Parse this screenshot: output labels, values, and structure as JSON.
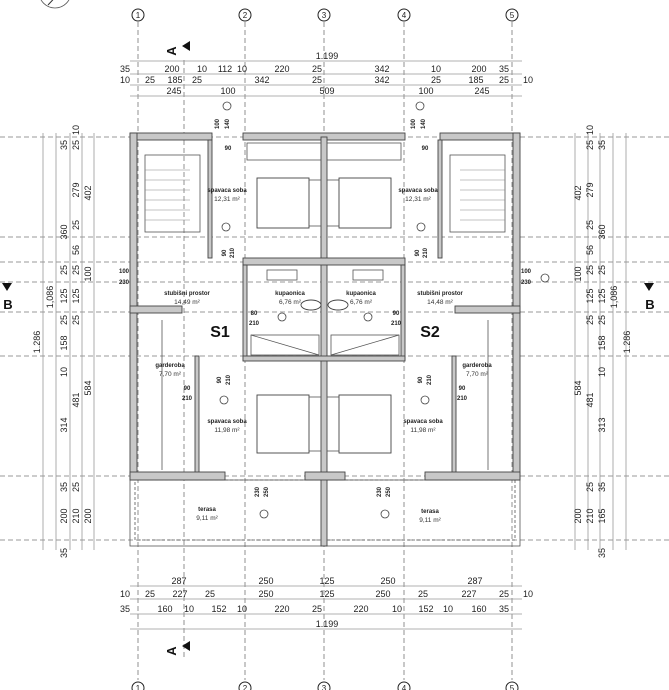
{
  "grid_axes": [
    "1",
    "2",
    "3",
    "4",
    "5"
  ],
  "section_markers": {
    "a": "A",
    "b": "B"
  },
  "dims": {
    "top": [
      [
        "1.199"
      ],
      [
        "35",
        "200",
        "10",
        "112",
        "10",
        "220",
        "25",
        "342",
        "10",
        "200",
        "35"
      ],
      [
        "10",
        "25",
        "185",
        "25",
        "342",
        "25",
        "342",
        "25",
        "185",
        "25",
        "10"
      ],
      [
        "245",
        "100",
        "509",
        "100",
        "245"
      ]
    ],
    "bottom": [
      [
        "287",
        "250",
        "125",
        "250",
        "287"
      ],
      [
        "10",
        "25",
        "227",
        "25",
        "250",
        "125",
        "250",
        "25",
        "227",
        "25",
        "10"
      ],
      [
        "35",
        "160",
        "10",
        "152",
        "10",
        "220",
        "25",
        "220",
        "10",
        "152",
        "10",
        "160",
        "35"
      ],
      [
        "1.199"
      ]
    ],
    "left": {
      "outer": [
        "1.286"
      ],
      "second": [
        "1,086"
      ],
      "third": [
        "35",
        "360",
        "25",
        "125",
        "25",
        "158",
        "10",
        "314",
        "35",
        "200",
        "35"
      ],
      "fourth": [
        "10",
        "25",
        "279",
        "25",
        "56",
        "25",
        "125",
        "25",
        "481",
        "25",
        "210"
      ],
      "fifth": [
        "402",
        "100",
        "584",
        "200"
      ]
    },
    "right": {
      "outer": [
        "1.286"
      ],
      "second": [
        "1,086"
      ],
      "third": [
        "35",
        "360",
        "25",
        "125",
        "25",
        "158",
        "10",
        "313",
        "35",
        "165",
        "35"
      ],
      "fourth": [
        "10",
        "25",
        "279",
        "25",
        "56",
        "25",
        "125",
        "25",
        "481",
        "25",
        "210"
      ],
      "fifth": [
        "402",
        "100",
        "584",
        "200"
      ]
    }
  },
  "units": {
    "s1": "S1",
    "s2": "S2"
  },
  "rooms": [
    {
      "name": "spavaca soba",
      "area": "12,31 m²"
    },
    {
      "name": "spavaca soba",
      "area": "12,31 m²"
    },
    {
      "name": "stubišni prostor",
      "area": "14,49 m²"
    },
    {
      "name": "kupaonica",
      "area": "6,76 m²"
    },
    {
      "name": "kupaonica",
      "area": "6,76 m²"
    },
    {
      "name": "stubišni prostor",
      "area": "14,48 m²"
    },
    {
      "name": "garderoba",
      "area": "7,70 m²"
    },
    {
      "name": "garderoba",
      "area": "7,70 m²"
    },
    {
      "name": "spavaca soba",
      "area": "11,98 m²"
    },
    {
      "name": "spavaca soba",
      "area": "11,98 m²"
    },
    {
      "name": "terasa",
      "area": "9,11 m²"
    },
    {
      "name": "terasa",
      "area": "9,11 m²"
    }
  ],
  "opening_tags": {
    "w90": "90",
    "w100": "100",
    "h140": "140",
    "h210": "210",
    "w80": "80",
    "h230": "230",
    "h250": "250"
  }
}
